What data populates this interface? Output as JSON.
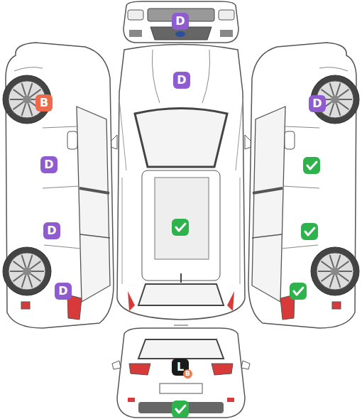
{
  "diagram": {
    "nodes": [
      {
        "text": [
          "D"
        ]
      },
      {
        "text": [
          "D"
        ]
      },
      {
        "text": [
          "B"
        ]
      },
      {
        "text": [
          "D"
        ]
      },
      {
        "text": [
          "D"
        ]
      },
      {
        "text": [
          "D"
        ]
      },
      {
        "text": [
          "D"
        ]
      },
      {
        "text": [
          "L",
          "B"
        ]
      }
    ]
  }
}
